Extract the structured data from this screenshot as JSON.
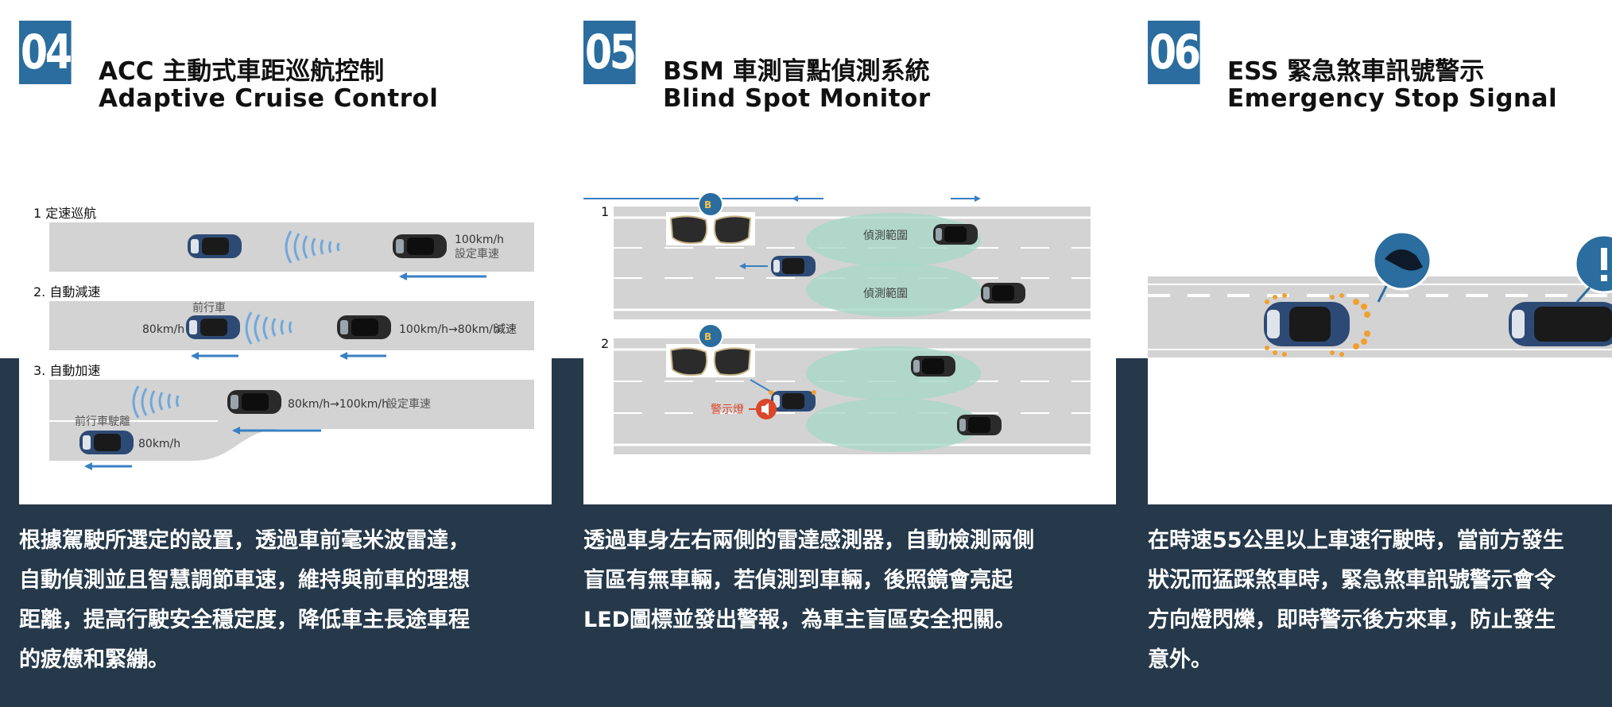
{
  "features": [
    {
      "number": "04",
      "title_zh": "ACC 主動式車距巡航控制",
      "title_en": "Adaptive Cruise Control",
      "diagram": {
        "steps": [
          "1 定速巡航",
          "2. 自動減速",
          "3. 自動加速"
        ],
        "labels": {
          "s1_speed": "100km/h",
          "s1_set": "設定車速",
          "s2_front": "前行車",
          "s2_front_speed": "80km/h",
          "s2_speed": "100km/h→80km/h",
          "s2_action": "減速",
          "s3_speed": "80km/h→100km/h",
          "s3_set": "設定車速",
          "s3_leave": "前行車駛離",
          "s3_leave_speed": "80km/h"
        }
      },
      "description_lines": [
        "根據駕駛所選定的設置，透過車前毫米波雷達，",
        "自動偵測並且智慧調節車速，維持與前車的理想",
        "距離，提高行駛安全穩定度，降低車主長途車程",
        "的疲憊和緊繃。"
      ]
    },
    {
      "number": "05",
      "title_zh": "BSM 車測盲點偵測系統",
      "title_en": "Blind Spot Monitor",
      "diagram": {
        "steps": [
          "1",
          "2"
        ],
        "labels": {
          "range1": "偵測範圍",
          "range2": "偵測範圍",
          "warning": "警示燈"
        }
      },
      "description_lines": [
        "透過車身左右兩側的雷達感測器，自動檢測兩側",
        "盲區有無車輛，若偵測到車輛，後照鏡會亮起",
        "LED圖標並發出警報，為車主盲區安全把關。"
      ]
    },
    {
      "number": "06",
      "title_zh": "ESS 緊急煞車訊號警示",
      "title_en": "Emergency Stop Signal",
      "description_lines": [
        "在時速55公里以上車速行駛時，當前方發生",
        "狀況而猛踩煞車時，緊急煞車訊號警示會令",
        "方向燈閃爍，即時警示後方來車，防止發生",
        "意外。"
      ]
    }
  ],
  "colors": {
    "band": "#26394a",
    "badge": "#2a6d9e",
    "road": "#d3d3d3",
    "arrow": "#3a7fc4",
    "car_body": "#2d4a75",
    "radar": "#6fa8dc",
    "detect": "#a8d8c8",
    "warning": "#d9472b"
  }
}
